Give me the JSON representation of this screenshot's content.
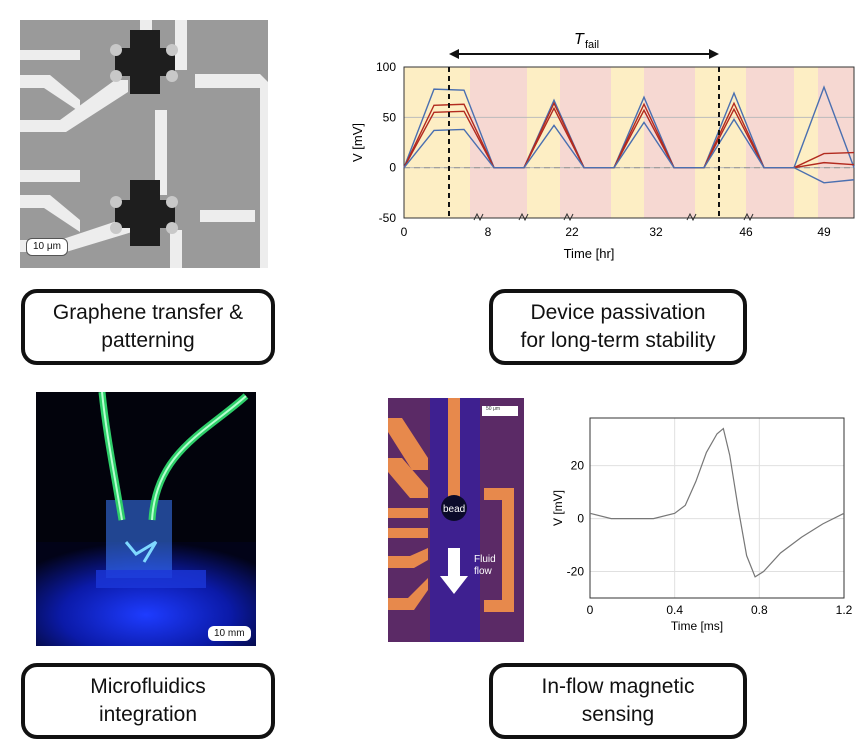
{
  "panels": {
    "graphene": {
      "scale_bar": "10 μm",
      "caption": [
        "Graphene transfer &",
        "patterning"
      ]
    },
    "passivation": {
      "caption": [
        "Device passivation",
        "for long-term stability"
      ],
      "annotation_base": "T",
      "annotation_sub": "fail"
    },
    "microfluidics": {
      "scale_bar": "10 mm",
      "caption": [
        "Microfluidics",
        "integration"
      ]
    },
    "sensing": {
      "scale_bar": "50 μm",
      "bead_label": "bead",
      "flow_label": [
        "Fluid",
        "flow"
      ],
      "caption": [
        "In-flow magnetic",
        "sensing"
      ]
    }
  },
  "chart_data": [
    {
      "type": "line",
      "xlabel": "Time [hr]",
      "ylabel": "V [mV]",
      "ylim": [
        -50,
        100
      ],
      "yticks": [
        -50,
        0,
        50,
        100
      ],
      "xtick_labels": [
        "0",
        "8",
        "22",
        "32",
        "46",
        "49"
      ],
      "axis_breaks": true,
      "colors": {
        "blue": "#4a6fb0",
        "red": "#b22a1f",
        "shade_on": "#fdeec4",
        "shade_off": "#f6d8d2"
      },
      "series": [
        {
          "values": [
            0,
            78,
            77,
            0,
            0,
            67,
            0,
            0,
            70,
            0,
            0,
            74,
            0,
            0,
            80,
            0
          ]
        },
        {
          "values": [
            0,
            62,
            63,
            0,
            0,
            64,
            0,
            0,
            63,
            0,
            0,
            64,
            0,
            0,
            14,
            15
          ]
        },
        {
          "values": [
            0,
            55,
            56,
            0,
            0,
            59,
            0,
            0,
            57,
            0,
            0,
            58,
            0,
            0,
            5,
            3
          ]
        },
        {
          "values": [
            0,
            37,
            38,
            0,
            0,
            42,
            0,
            0,
            45,
            0,
            0,
            48,
            0,
            0,
            -15,
            -12
          ]
        }
      ]
    },
    {
      "type": "line",
      "xlabel": "Time [ms]",
      "ylabel": "V [mV]",
      "xlim": [
        0,
        1.2
      ],
      "ylim": [
        -30,
        38
      ],
      "xticks": [
        0,
        0.4,
        0.8,
        1.2
      ],
      "yticks": [
        -20,
        0,
        20
      ],
      "series": [
        {
          "x": [
            0,
            0.1,
            0.2,
            0.3,
            0.4,
            0.45,
            0.5,
            0.55,
            0.6,
            0.63,
            0.66,
            0.7,
            0.74,
            0.78,
            0.82,
            0.9,
            1.0,
            1.1,
            1.2
          ],
          "values": [
            2,
            0,
            0,
            0,
            2,
            5,
            14,
            25,
            32,
            34,
            24,
            4,
            -14,
            -22,
            -20,
            -13,
            -7,
            -2,
            2
          ]
        }
      ]
    }
  ]
}
